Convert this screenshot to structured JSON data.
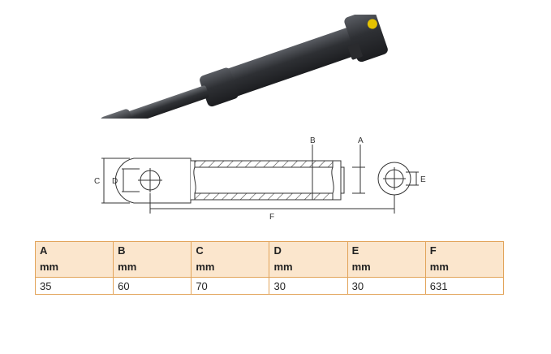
{
  "diagram": {
    "labels": {
      "A": "A",
      "B": "B",
      "C": "C",
      "D": "D",
      "E": "E",
      "F": "F"
    }
  },
  "table": {
    "columns": [
      {
        "letter": "A",
        "unit": "mm",
        "value": "35"
      },
      {
        "letter": "B",
        "unit": "mm",
        "value": "60"
      },
      {
        "letter": "C",
        "unit": "mm",
        "value": "70"
      },
      {
        "letter": "D",
        "unit": "mm",
        "value": "30"
      },
      {
        "letter": "E",
        "unit": "mm",
        "value": "30"
      },
      {
        "letter": "F",
        "unit": "mm",
        "value": "631"
      }
    ]
  },
  "colors": {
    "border": "#e2a45a",
    "header_bg": "#fbe6cd",
    "cylinder": "#3a3c40",
    "fitting": "#e5c200"
  }
}
